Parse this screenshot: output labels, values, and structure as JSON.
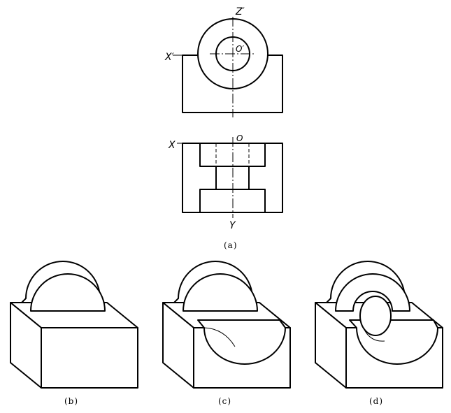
{
  "front_view": {
    "axis_z": "Z′",
    "axis_x": "X′",
    "origin": "O′"
  },
  "top_view": {
    "axis_x": "X",
    "axis_y": "Y",
    "origin": "O"
  },
  "captions": {
    "a": "(a)",
    "b": "(b)",
    "c": "(c)",
    "d": "(d)"
  }
}
